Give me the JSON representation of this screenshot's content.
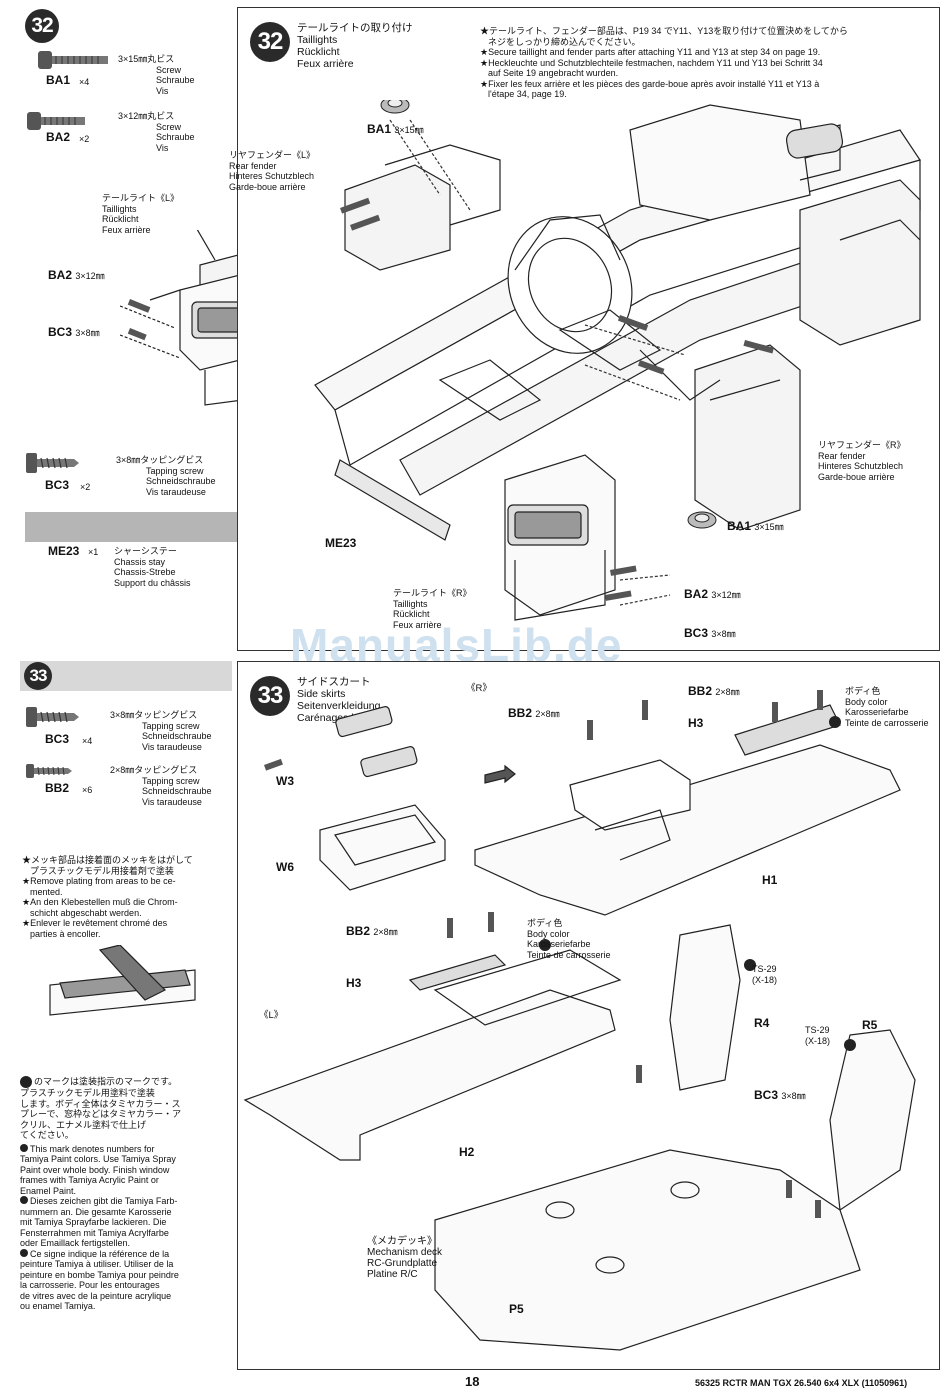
{
  "step32": {
    "number": "32",
    "title_jp": "テールライトの取り付け",
    "title_en": "Taillights",
    "title_de": "Rücklicht",
    "title_fr": "Feux arrière",
    "notes": [
      "★テールライト、フェンダー部品は、P19 34 でY11、Y13を取り付けて位置決めをしてから",
      "ネジをしっかり締め込んでください。",
      "★Secure taillight and fender parts after attaching Y11 and Y13 at step 34 on page 19.",
      "★Heckleuchte und Schutzblechteile festmachen, nachdem Y11 und Y13 bei Schritt 34",
      "auf Seite 19 angebracht wurden.",
      "★Fixer les feux arrière et les pièces des garde-boue après avoir installé Y11 et Y13 à",
      "l'étape 34, page 19."
    ],
    "parts": [
      {
        "code": "BA1",
        "qty": "×4",
        "size": "3×15㎜丸ビス",
        "l1": "Screw",
        "l2": "Schraube",
        "l3": "Vis"
      },
      {
        "code": "BA2",
        "qty": "×2",
        "size": "3×12㎜丸ビス",
        "l1": "Screw",
        "l2": "Schraube",
        "l3": "Vis"
      },
      {
        "code": "BC3",
        "qty": "×2",
        "size": "3×8㎜タッピングビス",
        "l1": "Tapping screw",
        "l2": "Schneidschraube",
        "l3": "Vis taraudeuse"
      },
      {
        "code": "ME23",
        "qty": "×1",
        "size": "シャーシステー",
        "l1": "Chassis stay",
        "l2": "Chassis-Strebe",
        "l3": "Support du châssis"
      }
    ],
    "callouts": {
      "ba1_top": "BA1",
      "ba1_top_size": "3×15㎜",
      "rear_fender_l_jp": "リヤフェンダー《L》",
      "rear_fender_l_en": "Rear fender",
      "rear_fender_l_de": "Hinteres Schutzblech",
      "rear_fender_l_fr": "Garde-boue arrière",
      "taillight_l_jp": "テールライト《L》",
      "taillight_l_en": "Taillights",
      "taillight_l_de": "Rücklicht",
      "taillight_l_fr": "Feux arrière",
      "ba2_l": "BA2",
      "ba2_l_size": "3×12㎜",
      "bc3_l": "BC3",
      "bc3_l_size": "3×8㎜",
      "rear_fender_r_jp": "リヤフェンダー《R》",
      "rear_fender_r_en": "Rear fender",
      "rear_fender_r_de": "Hinteres Schutzblech",
      "rear_fender_r_fr": "Garde-boue arrière",
      "ba1_bottom": "BA1",
      "ba1_bottom_size": "3×15㎜",
      "me23": "ME23",
      "taillight_r_jp": "テールライト《R》",
      "taillight_r_en": "Taillights",
      "taillight_r_de": "Rücklicht",
      "taillight_r_fr": "Feux arrière",
      "ba2_r": "BA2",
      "ba2_r_size": "3×12㎜",
      "bc3_r": "BC3",
      "bc3_r_size": "3×8㎜"
    }
  },
  "step33": {
    "number": "33",
    "title_jp": "サイドスカート",
    "title_en": "Side skirts",
    "title_de": "Seitenverkleidung",
    "title_fr": "Carénages latéraux",
    "parts": [
      {
        "code": "BC3",
        "qty": "×4",
        "size": "3×8㎜タッピングビス",
        "l1": "Tapping screw",
        "l2": "Schneidschraube",
        "l3": "Vis taraudeuse"
      },
      {
        "code": "BB2",
        "qty": "×6",
        "size": "2×8㎜タッピングビス",
        "l1": "Tapping screw",
        "l2": "Schneidschraube",
        "l3": "Vis taraudeuse"
      }
    ],
    "plating_notes": [
      "★メッキ部品は接着面のメッキをはがして",
      "プラスチックモデル用接着剤で塗装",
      "★Remove plating from areas to be ce-",
      "mented.",
      "★An den Klebestellen muß die Chrom-",
      "schicht abgeschabt werden.",
      "★Enlever le revêtement chromé des",
      "parties à encoller."
    ],
    "paint_notes": [
      "のマークは塗装指示のマークです。",
      "プラスチックモデル用塗料で塗装",
      "します。ボディ全体はタミヤカラー・ス",
      "プレーで、窓枠などはタミヤカラー・ア",
      "クリル、エナメル塗料で仕上げ",
      "てください。",
      "This mark denotes numbers for",
      "Tamiya Paint colors. Use Tamiya Spray",
      "Paint over whole body. Finish window",
      "frames with Tamiya Acrylic Paint or",
      "Enamel Paint.",
      "Dieses zeichen gibt die Tamiya Farb-",
      "nummern an. Die gesamte Karosserie",
      "mit Tamiya Sprayfarbe lackieren. Die",
      "Fensterrahmen mit Tamiya Acrylfarbe",
      "oder Emaillack fertigstellen.",
      "Ce signe indique la référence de la",
      "peinture Tamiya à utiliser. Utiliser de la",
      "peinture en bombe Tamiya pour peindre",
      "la carrosserie. Pour les entourages",
      "de vitres avec de la peinture acrylique",
      "ou enamel Tamiya."
    ],
    "callouts": {
      "r_label": "《R》",
      "l_label": "《L》",
      "bb2_a": "BB2",
      "bb2_a_size": "2×8㎜",
      "bb2_b": "BB2",
      "bb2_b_size": "2×8㎜",
      "bb2_c": "BB2",
      "bb2_c_size": "2×8㎜",
      "w3": "W3",
      "w6": "W6",
      "h1": "H1",
      "h2": "H2",
      "h3_a": "H3",
      "h3_b": "H3",
      "body_color_jp": "ボディ色",
      "body_color_en": "Body color",
      "body_color_de": "Karosseriefarbe",
      "body_color_fr": "Teinte de carrosserie",
      "body_color2_jp": "ボディ色",
      "body_color2_en": "Body color",
      "body_color2_de": "Karosseriefarbe",
      "body_color2_fr": "Teinte de carrosserie",
      "ts29_a": "TS-29",
      "ts29_a_sub": "(X-18)",
      "ts29_b": "TS-29",
      "ts29_b_sub": "(X-18)",
      "r4": "R4",
      "r5": "R5",
      "bc3": "BC3",
      "bc3_size": "3×8㎜",
      "deck_jp": "《メカデッキ》",
      "deck_en": "Mechanism deck",
      "deck_de": "RC-Grundplatte",
      "deck_fr": "Platine R/C",
      "p5": "P5"
    }
  },
  "footer": {
    "page_number": "18",
    "model_info": "56325 RCTR MAN TGX 26.540 6x4 XLX (11050961)"
  },
  "watermark": "ManualsLib.de"
}
